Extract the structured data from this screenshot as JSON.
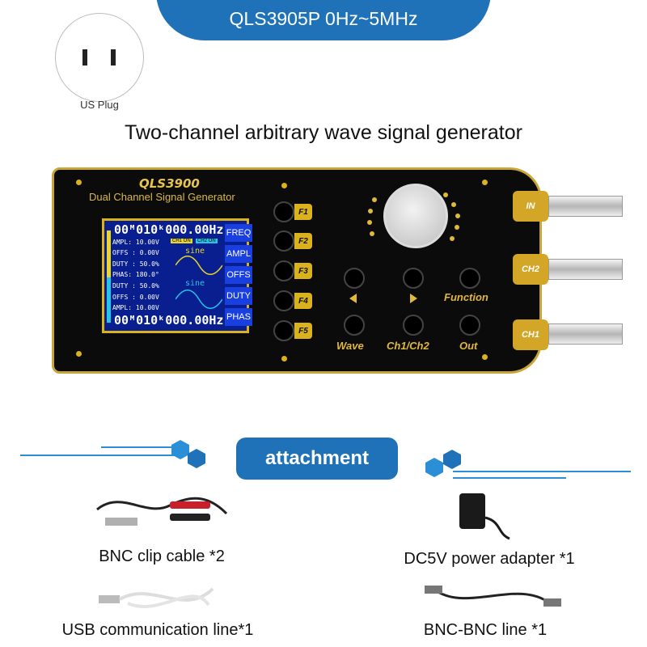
{
  "banner": {
    "title": "QLS3905P 0Hz~5MHz"
  },
  "plug": {
    "label": "US Plug"
  },
  "subtitle": "Two-channel arbitrary wave signal generator",
  "device": {
    "model": "QLS3900",
    "subtitle": "Dual Channel Signal Generator",
    "screen": {
      "freq1": "00ᴹ010ᵏ000.00Hz",
      "lines_ch1": [
        "AMPL: 10.00V",
        "OFFS :  0.00V",
        "DUTY :  50.0%",
        "PHAS: 180.0°"
      ],
      "ch1_badge": "CH1 ON",
      "ch2_badge": "CH2 ON",
      "wave1": "sine",
      "wave2": "sine",
      "lines_ch2": [
        "DUTY :  50.0%",
        "OFFS :  0.00V",
        "AMPL: 10.00V"
      ],
      "freq2": "00ᴹ010ᵏ000.00Hz",
      "side_buttons": [
        "FREQ",
        "AMPL",
        "OFFS",
        "DUTY",
        "PHAS"
      ]
    },
    "f_keys": [
      "F1",
      "F2",
      "F3",
      "F4",
      "F5"
    ],
    "keys": {
      "function": "Function",
      "wave": "Wave",
      "ch1ch2": "Ch1/Ch2",
      "out": "Out"
    },
    "ports": [
      "IN",
      "CH2",
      "CH1"
    ]
  },
  "attachment": {
    "title": "attachment",
    "items": [
      "BNC clip cable *2",
      "DC5V power adapter *1",
      "USB communication line*1",
      "BNC-BNC line *1"
    ]
  },
  "colors": {
    "brand_blue": "#1f72b8",
    "gold": "#d9b21e",
    "screen_blue": "#0a1f8f"
  }
}
